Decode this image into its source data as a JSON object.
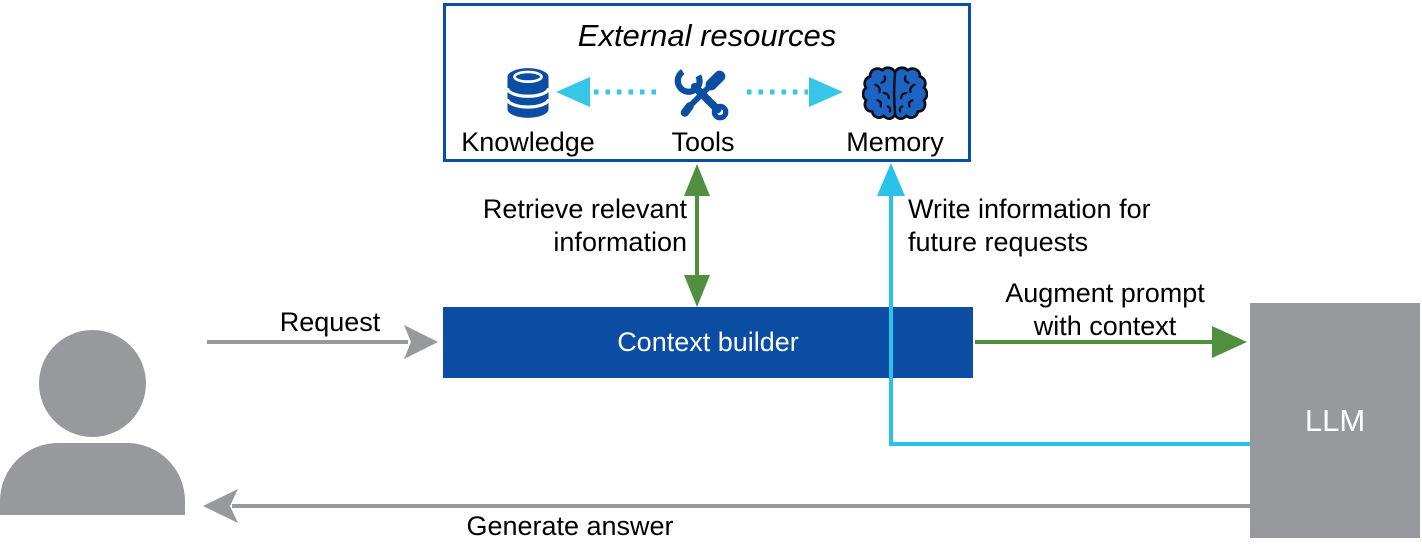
{
  "colors": {
    "blue": "#0B4DA3",
    "blue_border": "#0A4DA4",
    "cyan": "#29C3EA",
    "cyan_dotted": "#38C6E8",
    "green": "#4F8F3E",
    "gray": "#97999D",
    "brain_blue": "#1C63C4",
    "text": "#000000",
    "white": "#FFFFFF"
  },
  "external_resources": {
    "title": "External resources",
    "items": [
      {
        "label": "Knowledge",
        "icon": "database-icon"
      },
      {
        "label": "Tools",
        "icon": "tools-icon"
      },
      {
        "label": "Memory",
        "icon": "brain-icon"
      }
    ]
  },
  "nodes": {
    "context_builder_label": "Context builder",
    "llm_label": "LLM",
    "user": "user-icon"
  },
  "labels": {
    "request": "Request",
    "retrieve": "Retrieve relevant\ninformation",
    "write": "Write information for\nfuture requests",
    "augment": "Augment prompt\nwith context",
    "generate": "Generate answer"
  }
}
